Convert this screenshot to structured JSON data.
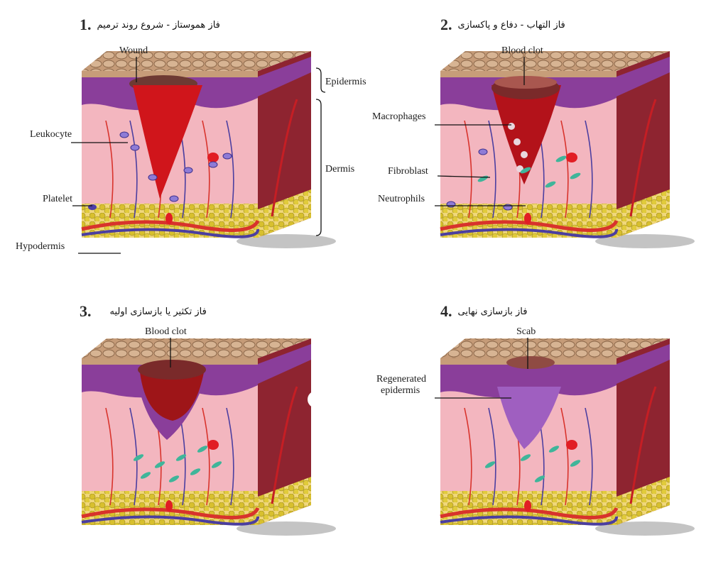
{
  "panels": [
    {
      "number": "1.",
      "title_fa": "فاز هموستاز - شروع روند ترمیم",
      "labels": {
        "wound": "Wound",
        "epidermis": "Epidermis",
        "dermis": "Dermis",
        "leukocyte": "Leukocyte",
        "platelet": "Platelet",
        "hypodermis": "Hypodermis"
      }
    },
    {
      "number": "2.",
      "title_fa": "فاز التهاب - دفاع و پاکسازی",
      "labels": {
        "blood_clot": "Blood clot",
        "macrophages": "Macrophages",
        "fibroblast": "Fibroblast",
        "neutrophils": "Neutrophils"
      }
    },
    {
      "number": "3.",
      "title_fa": "فاز تکثیر یا بازسازی اولیه",
      "labels": {
        "blood_clot": "Blood clot"
      }
    },
    {
      "number": "4.",
      "title_fa": "فاز بازسازی نهایی",
      "labels": {
        "scab": "Scab",
        "regenerated_line1": "Regenerated",
        "regenerated_line2": "epidermis"
      }
    }
  ],
  "colors": {
    "skin_top": "#c9a27e",
    "epidermis": "#8a3e9a",
    "dermis": "#f3b6bf",
    "side": "#8e2430",
    "fat": "#d9c64a",
    "wound": "#d0151b",
    "clot": "#7a2a2a",
    "vessel_red": "#d8332c",
    "vessel_blue": "#4b3ea0",
    "cell_green": "#3fb59a"
  }
}
